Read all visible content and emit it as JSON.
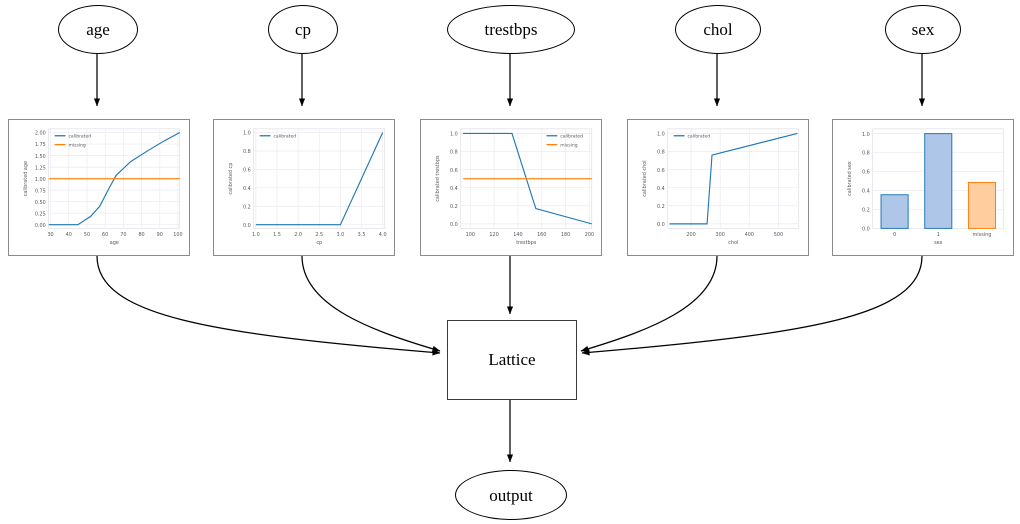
{
  "graph": {
    "input_nodes": [
      {
        "name": "age",
        "label": "age"
      },
      {
        "name": "cp",
        "label": "cp"
      },
      {
        "name": "trestbps",
        "label": "trestbps"
      },
      {
        "name": "chol",
        "label": "chol"
      },
      {
        "name": "sex",
        "label": "sex"
      }
    ],
    "model_node": {
      "label": "Lattice"
    },
    "output_node": {
      "label": "output"
    }
  },
  "colors": {
    "calibrated": "#1f77b4",
    "missing": "#ff7f0e",
    "bar_blue_fill": "#aec7e8",
    "bar_blue_edge": "#1f77b4",
    "bar_orange_fill": "#ffcd9e",
    "bar_orange_edge": "#ff7f0e",
    "panel_border": "#8c8c8c",
    "grid": "#eaeaf2",
    "tick_text": "#555a5e",
    "edge_stroke": "#000000"
  },
  "chart_data": [
    {
      "name": "age",
      "type": "line",
      "title": "",
      "xlabel": "age",
      "ylabel": "calibrated age",
      "xlim": [
        29,
        101
      ],
      "ylim": [
        -0.08,
        2.08
      ],
      "xticks": [
        30,
        40,
        50,
        60,
        70,
        80,
        90,
        100
      ],
      "yticks": [
        0.0,
        0.25,
        0.5,
        0.75,
        1.0,
        1.25,
        1.5,
        1.75,
        2.0
      ],
      "xticklabels": [
        "30",
        "40",
        "50",
        "60",
        "70",
        "80",
        "90",
        "100"
      ],
      "yticklabels": [
        "0.00",
        "0.25",
        "0.50",
        "0.75",
        "1.00",
        "1.25",
        "1.50",
        "1.75",
        "2.00"
      ],
      "legend": [
        "calibrated",
        "missing"
      ],
      "legend_position": "upper left",
      "grid": true,
      "series": [
        {
          "name": "calibrated",
          "color": "#1f77b4",
          "x": [
            29,
            45,
            52,
            57,
            62,
            66,
            74,
            84,
            92,
            101
          ],
          "y": [
            0.0,
            0.0,
            0.18,
            0.4,
            0.78,
            1.07,
            1.37,
            1.62,
            1.81,
            2.0
          ]
        },
        {
          "name": "missing",
          "color": "#ff7f0e",
          "x": [
            29,
            101
          ],
          "y": [
            1.0,
            1.0
          ]
        }
      ]
    },
    {
      "name": "cp",
      "type": "line",
      "title": "",
      "xlabel": "cp",
      "ylabel": "calibrated cp",
      "xlim": [
        0.95,
        4.05
      ],
      "ylim": [
        -0.04,
        1.04
      ],
      "xticks": [
        1.0,
        1.5,
        2.0,
        2.5,
        3.0,
        3.5,
        4.0
      ],
      "yticks": [
        0.0,
        0.2,
        0.4,
        0.6,
        0.8,
        1.0
      ],
      "xticklabels": [
        "1.0",
        "1.5",
        "2.0",
        "2.5",
        "3.0",
        "3.5",
        "4.0"
      ],
      "yticklabels": [
        "0.0",
        "0.2",
        "0.4",
        "0.6",
        "0.8",
        "1.0"
      ],
      "legend": [
        "calibrated"
      ],
      "legend_position": "upper left",
      "grid": true,
      "series": [
        {
          "name": "calibrated",
          "color": "#1f77b4",
          "x": [
            1.0,
            3.0,
            4.0
          ],
          "y": [
            0.0,
            0.0,
            1.0
          ]
        }
      ]
    },
    {
      "name": "trestbps",
      "type": "line",
      "title": "",
      "xlabel": "trestbps",
      "ylabel": "calibrated trestbps",
      "xlim": [
        92,
        202
      ],
      "ylim": [
        -0.05,
        1.05
      ],
      "xticks": [
        100,
        120,
        140,
        160,
        180,
        200
      ],
      "yticks": [
        0.0,
        0.2,
        0.4,
        0.6,
        0.8,
        1.0
      ],
      "xticklabels": [
        "100",
        "120",
        "140",
        "160",
        "180",
        "200"
      ],
      "yticklabels": [
        "0.0",
        "0.2",
        "0.4",
        "0.6",
        "0.8",
        "1.0"
      ],
      "legend": [
        "calibrated",
        "missing"
      ],
      "legend_position": "upper right",
      "grid": true,
      "series": [
        {
          "name": "calibrated",
          "color": "#1f77b4",
          "x": [
            94,
            135,
            155,
            202
          ],
          "y": [
            1.0,
            1.0,
            0.17,
            0.0
          ]
        },
        {
          "name": "missing",
          "color": "#ff7f0e",
          "x": [
            94,
            202
          ],
          "y": [
            0.5,
            0.5
          ]
        }
      ]
    },
    {
      "name": "chol",
      "type": "line",
      "title": "",
      "xlabel": "chol",
      "ylabel": "calibrated chol",
      "xlim": [
        120,
        570
      ],
      "ylim": [
        -0.05,
        1.05
      ],
      "xticks": [
        200,
        300,
        400,
        500
      ],
      "yticks": [
        0.0,
        0.2,
        0.4,
        0.6,
        0.8,
        1.0
      ],
      "xticklabels": [
        "200",
        "300",
        "400",
        "500"
      ],
      "yticklabels": [
        "0.0",
        "0.2",
        "0.4",
        "0.6",
        "0.8",
        "1.0"
      ],
      "legend": [
        "calibrated"
      ],
      "legend_position": "upper left",
      "grid": true,
      "series": [
        {
          "name": "calibrated",
          "color": "#1f77b4",
          "x": [
            126,
            255,
            272,
            565
          ],
          "y": [
            0.0,
            0.0,
            0.76,
            1.0
          ]
        }
      ]
    },
    {
      "name": "sex",
      "type": "bar",
      "title": "",
      "xlabel": "sex",
      "ylabel": "calibrated sex",
      "ylim": [
        0.0,
        1.05
      ],
      "yticks": [
        0.0,
        0.2,
        0.4,
        0.6,
        0.8,
        1.0
      ],
      "yticklabels": [
        "0.0",
        "0.2",
        "0.4",
        "0.6",
        "0.8",
        "1.0"
      ],
      "categories": [
        "0",
        "1",
        "missing"
      ],
      "values": [
        0.355,
        1.0,
        0.485
      ],
      "bar_colors": [
        "#aec7e8",
        "#aec7e8",
        "#ffcd9e"
      ],
      "bar_edge_colors": [
        "#1f77b4",
        "#1f77b4",
        "#ff7f0e"
      ],
      "grid": true
    }
  ]
}
